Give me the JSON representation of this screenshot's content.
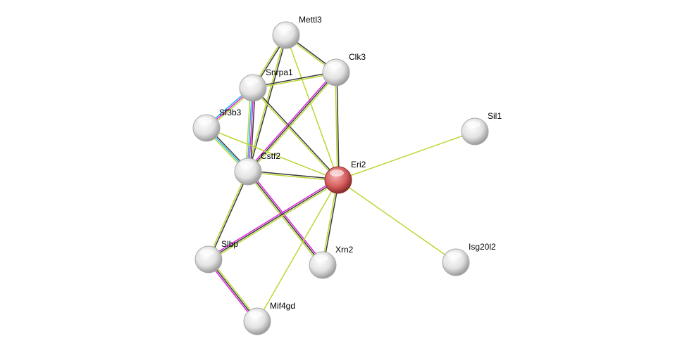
{
  "colors": {
    "black": "#3a3a3a",
    "yellowgreen": "#b8d832",
    "magenta": "#e020e0",
    "cyan": "#20b8e0",
    "query_node": "#d05050",
    "node": "#e8e8e8"
  },
  "nodes": [
    {
      "id": "Mettl3",
      "label": "Mettl3",
      "query": false
    },
    {
      "id": "Clk3",
      "label": "Clk3",
      "query": false
    },
    {
      "id": "Snrpa1",
      "label": "Snrpa1",
      "query": false
    },
    {
      "id": "Sf3b3",
      "label": "Sf3b3",
      "query": false
    },
    {
      "id": "Cstf2",
      "label": "Cstf2",
      "query": false
    },
    {
      "id": "Eri2",
      "label": "Eri2",
      "query": true
    },
    {
      "id": "Sil1",
      "label": "Sil1",
      "query": false
    },
    {
      "id": "Slbp",
      "label": "Slbp",
      "query": false
    },
    {
      "id": "Xrn2",
      "label": "Xrn2",
      "query": false
    },
    {
      "id": "Isg20l2",
      "label": "Isg20l2",
      "query": false
    },
    {
      "id": "Mif4gd",
      "label": "Mif4gd",
      "query": false
    }
  ],
  "edges": [
    {
      "a": "Mettl3",
      "b": "Snrpa1",
      "types": [
        "black",
        "yellowgreen"
      ]
    },
    {
      "a": "Mettl3",
      "b": "Cstf2",
      "types": [
        "black",
        "yellowgreen"
      ]
    },
    {
      "a": "Mettl3",
      "b": "Clk3",
      "types": [
        "black",
        "yellowgreen"
      ]
    },
    {
      "a": "Mettl3",
      "b": "Eri2",
      "types": [
        "yellowgreen"
      ]
    },
    {
      "a": "Snrpa1",
      "b": "Clk3",
      "types": [
        "black",
        "yellowgreen"
      ]
    },
    {
      "a": "Snrpa1",
      "b": "Sf3b3",
      "types": [
        "yellowgreen",
        "magenta",
        "cyan"
      ]
    },
    {
      "a": "Snrpa1",
      "b": "Cstf2",
      "types": [
        "black",
        "magenta",
        "cyan",
        "yellowgreen"
      ]
    },
    {
      "a": "Snrpa1",
      "b": "Eri2",
      "types": [
        "black",
        "yellowgreen"
      ]
    },
    {
      "a": "Clk3",
      "b": "Cstf2",
      "types": [
        "yellowgreen",
        "black",
        "magenta"
      ]
    },
    {
      "a": "Clk3",
      "b": "Eri2",
      "types": [
        "black",
        "yellowgreen"
      ]
    },
    {
      "a": "Sf3b3",
      "b": "Cstf2",
      "types": [
        "black",
        "cyan",
        "yellowgreen"
      ]
    },
    {
      "a": "Sf3b3",
      "b": "Eri2",
      "types": [
        "yellowgreen"
      ]
    },
    {
      "a": "Cstf2",
      "b": "Eri2",
      "types": [
        "black",
        "yellowgreen"
      ]
    },
    {
      "a": "Cstf2",
      "b": "Slbp",
      "types": [
        "black",
        "yellowgreen"
      ]
    },
    {
      "a": "Cstf2",
      "b": "Xrn2",
      "types": [
        "magenta",
        "black",
        "yellowgreen"
      ]
    },
    {
      "a": "Eri2",
      "b": "Slbp",
      "types": [
        "yellowgreen",
        "black",
        "magenta"
      ]
    },
    {
      "a": "Eri2",
      "b": "Xrn2",
      "types": [
        "black",
        "yellowgreen"
      ]
    },
    {
      "a": "Eri2",
      "b": "Mif4gd",
      "types": [
        "yellowgreen"
      ]
    },
    {
      "a": "Eri2",
      "b": "Sil1",
      "types": [
        "yellowgreen"
      ]
    },
    {
      "a": "Eri2",
      "b": "Isg20l2",
      "types": [
        "yellowgreen"
      ]
    },
    {
      "a": "Slbp",
      "b": "Mif4gd",
      "types": [
        "yellowgreen",
        "black",
        "magenta"
      ]
    }
  ]
}
